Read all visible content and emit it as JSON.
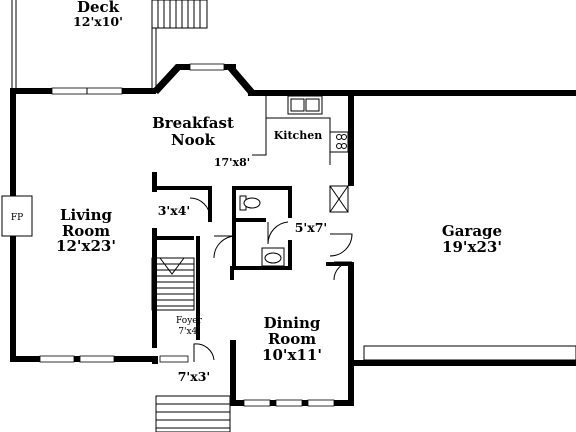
{
  "rooms": {
    "deck": {
      "name": "Deck",
      "size": "12'x10'"
    },
    "breakfast_nook": {
      "name_line1": "Breakfast",
      "name_line2": "Nook"
    },
    "kitchen": {
      "name": "Kitchen",
      "size": "17'x8'"
    },
    "living_room": {
      "name_line1": "Living",
      "name_line2": "Room",
      "size": "12'x23'"
    },
    "fireplace": {
      "label": "FP"
    },
    "closet": {
      "size": "3'x4'"
    },
    "half_bath": {
      "size": "5'x7'"
    },
    "garage": {
      "name": "Garage",
      "size": "19'x23'"
    },
    "foyer": {
      "name": "Foyer",
      "size": "7'x4'"
    },
    "dining_room": {
      "name_line1": "Dining",
      "name_line2": "Room",
      "size": "10'x11'"
    },
    "porch": {
      "size": "7'x3'"
    }
  },
  "colors": {
    "walls": "#000000",
    "background": "#ffffff"
  }
}
